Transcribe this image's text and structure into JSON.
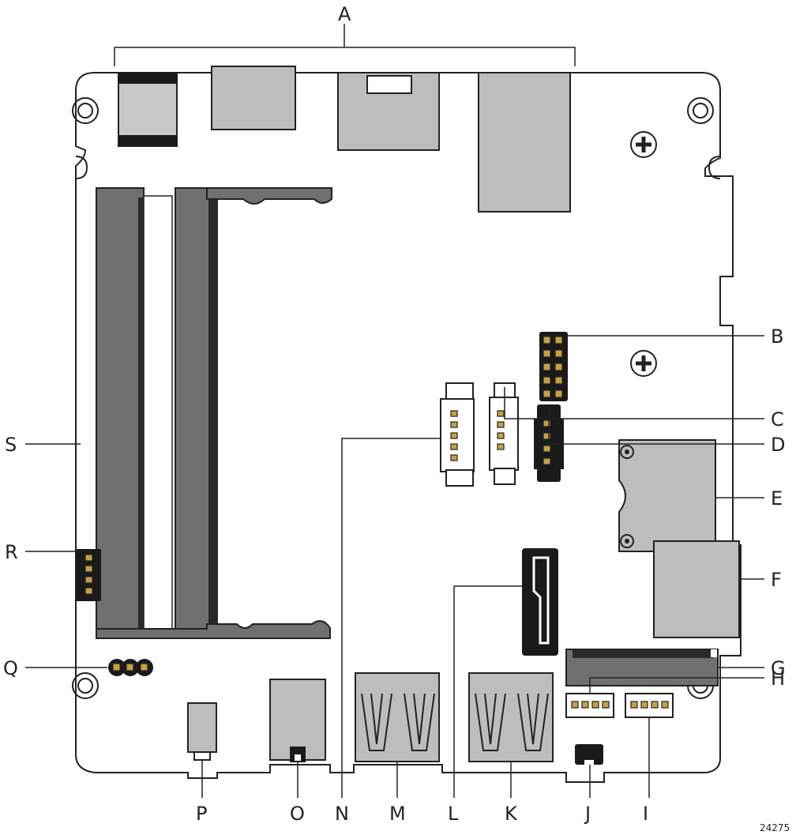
{
  "callouts": {
    "A": "A",
    "B": "B",
    "C": "C",
    "D": "D",
    "E": "E",
    "F": "F",
    "G": "G",
    "H": "H",
    "I": "I",
    "J": "J",
    "K": "K",
    "L": "L",
    "M": "M",
    "N": "N",
    "O": "O",
    "P": "P",
    "Q": "Q",
    "R": "R",
    "S": "S"
  },
  "figure_number": "24275",
  "colors": {
    "outline": "#222222",
    "connector_grey": "#bdbdbd",
    "socket_dark": "#707070",
    "pin_gold": "#c8a040"
  }
}
